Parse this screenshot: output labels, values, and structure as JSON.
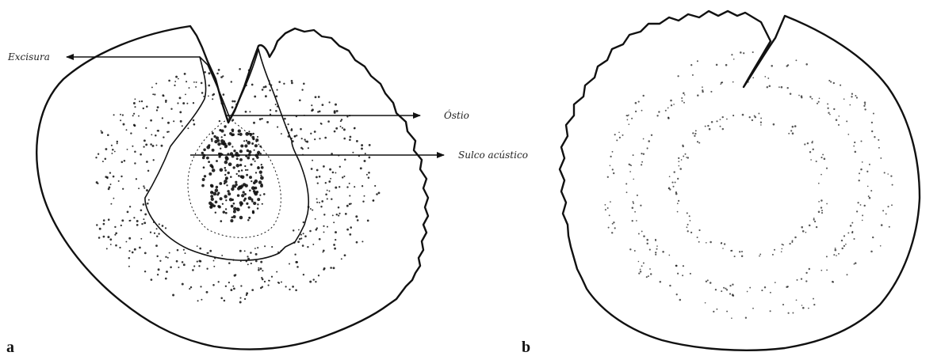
{
  "panels": [
    {
      "letter": "a"
    },
    {
      "letter": "b"
    }
  ],
  "annotations": {
    "excisura": "Excisura",
    "ostio": "Óstio",
    "sulco": "Sulco acústico"
  },
  "colors": {
    "ink": "#111111",
    "background": "#ffffff"
  }
}
